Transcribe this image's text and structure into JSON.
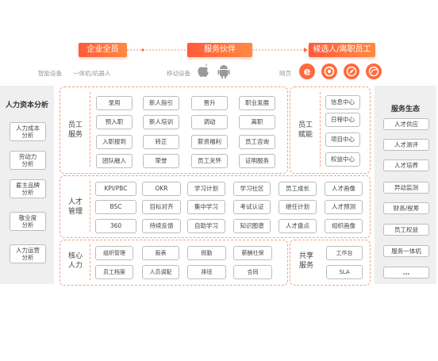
{
  "top": {
    "pills": [
      "企业全员",
      "服务伙伴",
      "候选人/离职员工"
    ],
    "labels": {
      "smart_device": "智能设备",
      "smart_device_items": "一体机/机器人",
      "mobile": "移动设备",
      "web": "网页"
    }
  },
  "left": {
    "title": "人力资本分析",
    "items": [
      "人力成本\n分析",
      "劳动力\n分析",
      "雇主品牌\n分析",
      "敬业度\n分析",
      "人力运营\n分析"
    ]
  },
  "right": {
    "title": "服务生态",
    "items": [
      "人才供应",
      "人才测评",
      "人才培养",
      "异动监测",
      "财务/税筹",
      "员工权益",
      "服务一体机",
      "..."
    ]
  },
  "groups": {
    "employee_service": {
      "title": "员工\n服务",
      "cells": [
        "录用",
        "新人指引",
        "晋升",
        "职业发展",
        "预入职",
        "新人培训",
        "调动",
        "离职",
        "入职报到",
        "转正",
        "薪资福利",
        "员工咨询",
        "团队融入",
        "荣誉",
        "员工关怀",
        "证明服务"
      ]
    },
    "employee_empower": {
      "title": "员工\n赋能",
      "cells": [
        "信息中心",
        "日程中心",
        "项目中心",
        "权益中心"
      ]
    },
    "talent_mgmt": {
      "title": "人才\n管理",
      "cells": [
        "KPI/PBC",
        "OKR",
        "学习计划",
        "学习社区",
        "员工成长",
        "人才画像",
        "BSC",
        "目标对齐",
        "集中学习",
        "考试认证",
        "继任计划",
        "人才预测",
        "360",
        "持续反馈",
        "自助学习",
        "知识图谱",
        "人才盘点",
        "组织画像"
      ]
    },
    "core_hr": {
      "title": "核心\n人力",
      "cells": [
        "组织管理",
        "报表",
        "假勤",
        "薪酬社保",
        "员工档案",
        "人员调配",
        "排班",
        "合同"
      ]
    },
    "shared_service": {
      "title": "共享\n服务",
      "cells": [
        "工作台",
        "SLA"
      ]
    }
  },
  "colors": {
    "accent": "#ff6a3d",
    "border_dash": "#f3a08a",
    "side_bg": "#efefef"
  }
}
